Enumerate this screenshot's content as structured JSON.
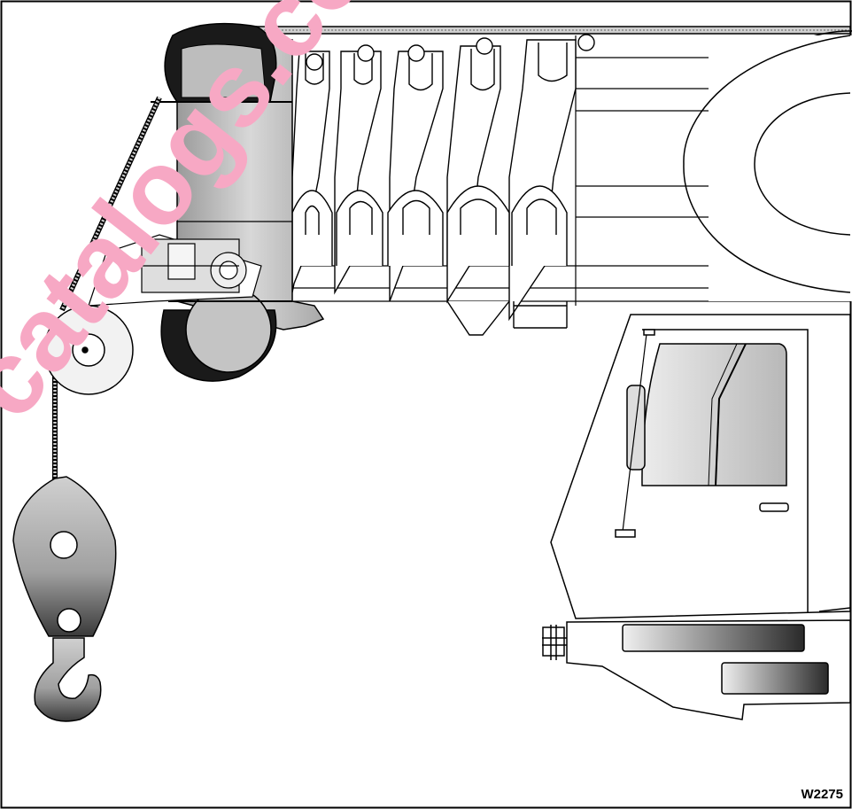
{
  "figure": {
    "label": "W2275"
  },
  "watermark": {
    "text": "catalogs.co",
    "color": "#f7a8c4"
  },
  "colors": {
    "line": "#000000",
    "grey_fill": "#bdbdbd",
    "dark_fill": "#1a1a1a",
    "paper": "#ffffff"
  },
  "parts": {
    "boom_head": "boom-head",
    "sheave_upper": "upper-sheave-icon",
    "sheave_lower": "lower-sheave-icon",
    "hook_block": "hook-block-icon",
    "hook": "hook-icon",
    "cab": "cab",
    "wheel": "tire-icon"
  }
}
